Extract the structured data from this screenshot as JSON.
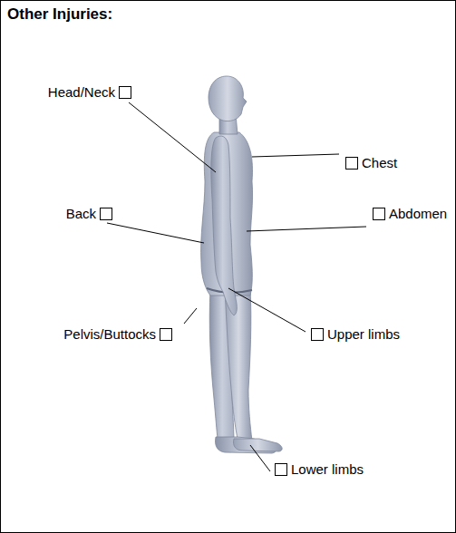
{
  "diagram": {
    "title": "Other Injuries:",
    "labels": [
      "Head/Neck",
      "Chest",
      "Back",
      "Abdomen",
      "Pelvis/Buttocks",
      "Upper limbs",
      "Lower limbs"
    ]
  }
}
